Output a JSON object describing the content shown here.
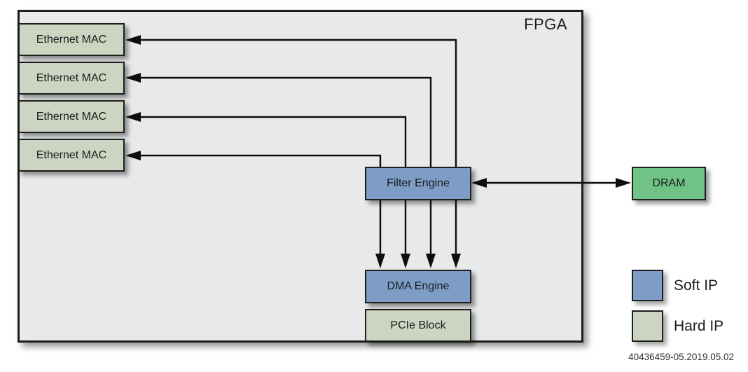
{
  "title": {
    "fpga": "FPGA"
  },
  "blocks": {
    "ethernet_macs": [
      "Ethernet MAC",
      "Ethernet MAC",
      "Ethernet MAC",
      "Ethernet MAC"
    ],
    "filter_engine": "Filter Engine",
    "dma_engine": "DMA Engine",
    "pcie_block": "PCIe Block",
    "dram": "DRAM"
  },
  "legend": {
    "soft_ip": "Soft IP",
    "hard_ip": "Hard IP"
  },
  "footer": {
    "doc_id": "40436459-05.2019.05.02"
  },
  "colors": {
    "soft_ip_blue": "#7d9dc7",
    "hard_ip_sage": "#ccd5c1",
    "dram_green": "#70c287",
    "fpga_fill": "#e8e9ea",
    "wire_black": "#0d0d0d"
  }
}
